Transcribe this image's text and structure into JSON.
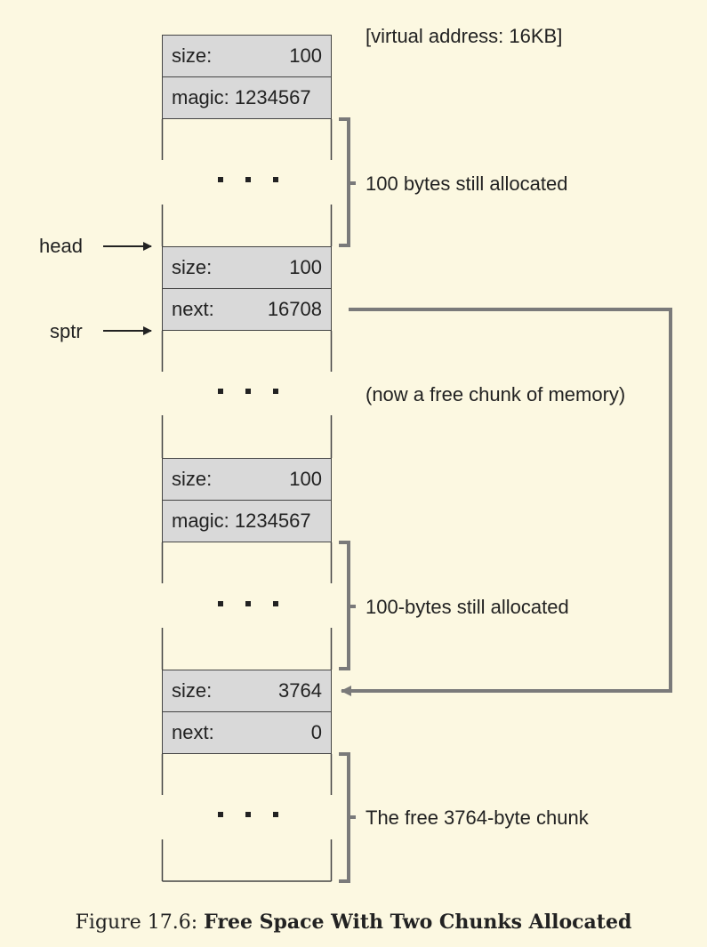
{
  "virtual_address_label": "[virtual address: 16KB]",
  "pointers": {
    "head": "head",
    "sptr": "sptr"
  },
  "blocks": [
    {
      "label": "size:",
      "value": "100"
    },
    {
      "label": "magic: 1234567",
      "value": ""
    },
    {
      "label": "size:",
      "value": "100"
    },
    {
      "label": "next:",
      "value": "16708"
    },
    {
      "label": "size:",
      "value": "100"
    },
    {
      "label": "magic: 1234567",
      "value": ""
    },
    {
      "label": "size:",
      "value": "3764"
    },
    {
      "label": "next:",
      "value": "0"
    }
  ],
  "annotations": {
    "first_allocated": "100 bytes still allocated",
    "freed_chunk": "(now a free chunk of memory)",
    "second_allocated": "100-bytes still allocated",
    "free_chunk": "The free 3764-byte chunk"
  },
  "caption": {
    "prefix": "Figure 17.6: ",
    "title": "Free Space With Two Chunks Allocated"
  },
  "colors": {
    "background": "#fcf8e1",
    "cell_fill": "#d9d9d9",
    "line": "#444444",
    "bracket": "#7a7a7a",
    "text": "#222222"
  }
}
